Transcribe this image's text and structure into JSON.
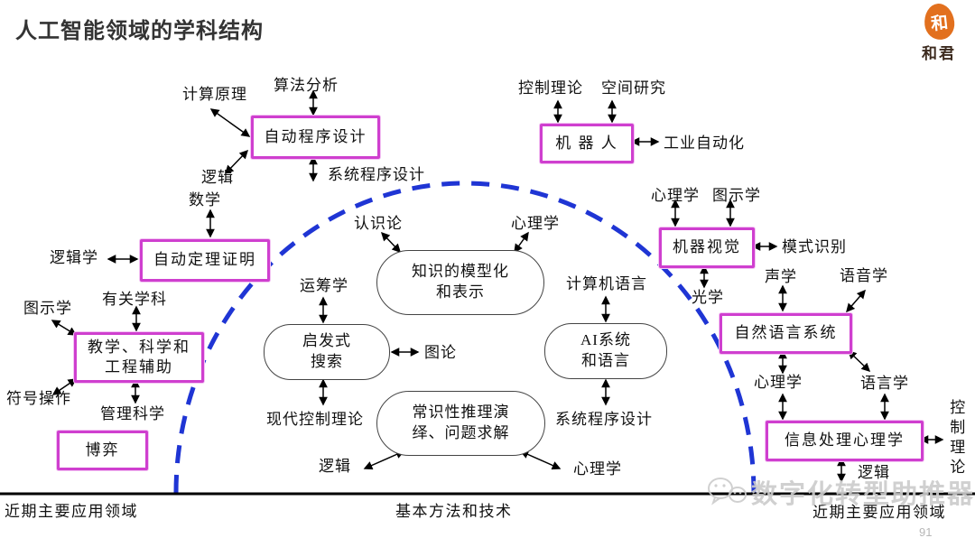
{
  "page": {
    "title": "人工智能领域的学科结构",
    "page_number": "91"
  },
  "logo": {
    "seal_char": "和",
    "name": "和君"
  },
  "watermark": {
    "text": "数字化转型助推器",
    "icon": "wechat-icon"
  },
  "baseline_labels": {
    "left": "近期主要应用领域",
    "center": "基本方法和技术",
    "right": "近期主要应用领域"
  },
  "colors": {
    "box_border": "#cf3fcf",
    "arc_blue": "#1f35d4",
    "connector_black": "#000000",
    "watermark_gray": "#cccccc",
    "logo_orange": "#e2701e"
  },
  "diagram": {
    "boxes": [
      {
        "id": "auto-programming",
        "label": "自动程序设计"
      },
      {
        "id": "robot",
        "label": "机 器 人"
      },
      {
        "id": "theorem-proving",
        "label": "自动定理证明"
      },
      {
        "id": "machine-vision",
        "label": "机器视觉"
      },
      {
        "id": "education-science-engineering-aid",
        "label": "教学、科学和\n工程辅助"
      },
      {
        "id": "natural-language-systems",
        "label": "自然语言系统"
      },
      {
        "id": "game-playing",
        "label": "博弈"
      },
      {
        "id": "info-processing-psychology",
        "label": "信息处理心理学"
      }
    ],
    "ellipses": [
      {
        "id": "knowledge-modeling",
        "label": "知识的模型化\n和表示"
      },
      {
        "id": "heuristic-search",
        "label": "启发式\n搜索"
      },
      {
        "id": "ai-systems-languages",
        "label": "AI系统\n和语言"
      },
      {
        "id": "commonsense-reasoning",
        "label": "常识性推理演\n绎、问题求解"
      }
    ],
    "labels": [
      {
        "text": "计算原理"
      },
      {
        "text": "算法分析"
      },
      {
        "text": "逻辑"
      },
      {
        "text": "数学"
      },
      {
        "text": "系统程序设计"
      },
      {
        "text": "逻辑学"
      },
      {
        "text": "控制理论"
      },
      {
        "text": "空间研究"
      },
      {
        "text": "工业自动化"
      },
      {
        "text": "认识论"
      },
      {
        "text": "心理学"
      },
      {
        "text": "运筹学"
      },
      {
        "text": "图论"
      },
      {
        "text": "现代控制理论"
      },
      {
        "text": "计算机语言"
      },
      {
        "text": "系统程序设计"
      },
      {
        "text": "逻辑"
      },
      {
        "text": "心理学"
      },
      {
        "text": "有关学科"
      },
      {
        "text": "图示学"
      },
      {
        "text": "符号操作"
      },
      {
        "text": "管理科学"
      },
      {
        "text": "心理学"
      },
      {
        "text": "图示学"
      },
      {
        "text": "模式识别"
      },
      {
        "text": "光学"
      },
      {
        "text": "声学"
      },
      {
        "text": "语音学"
      },
      {
        "text": "心理学"
      },
      {
        "text": "语言学"
      },
      {
        "text": "逻辑"
      },
      {
        "text": "控制理论"
      }
    ]
  }
}
